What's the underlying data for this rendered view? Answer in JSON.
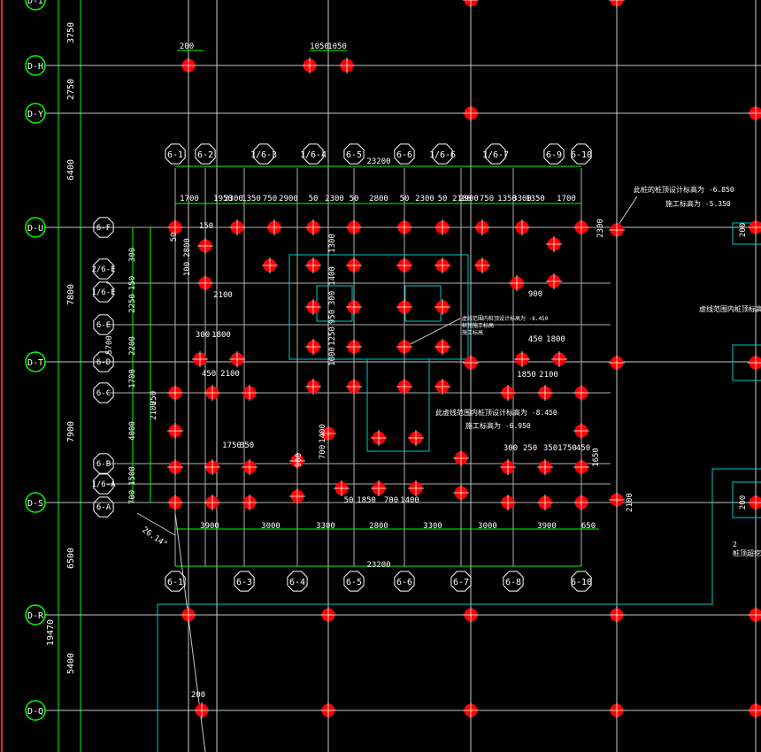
{
  "left_axis": [
    "D-I",
    "D-H",
    "D-Y",
    "D-U",
    "D-T",
    "D-S",
    "D-R",
    "D-Q"
  ],
  "left_dims": [
    "3750",
    "2750",
    "6400",
    "7800",
    "7900",
    "6500",
    "19470",
    "5400"
  ],
  "top_axis": [
    "6-1",
    "6-2",
    "1/6-3",
    "1/6-4",
    "6-5",
    "6-6",
    "1/6-6",
    "1/6-7",
    "6-9",
    "6-10"
  ],
  "bottom_axis": [
    "6-1",
    "6-3",
    "6-4",
    "6-5",
    "6-6",
    "6-7",
    "6-8",
    "6-10"
  ],
  "side_axis": [
    "6-F",
    "2/6-E",
    "1/6-E",
    "6-E",
    "6-D",
    "6-C",
    "6-B",
    "1/6-A",
    "6-A"
  ],
  "dims": {
    "top_total": "23200",
    "bottom_total": "23200",
    "top_row": [
      "1700",
      "2300",
      "1950",
      "1350",
      "750",
      "2900",
      "50",
      "2300",
      "50",
      "2800",
      "50",
      "2300",
      "50",
      "2900",
      "2100",
      "750",
      "1350",
      "3300",
      "1350",
      "1700"
    ],
    "bottom_row": [
      "3900",
      "3000",
      "3300",
      "2800",
      "3300",
      "3000",
      "3900",
      "650"
    ],
    "left_col": [
      "300",
      "2250",
      "5700",
      "2200",
      "1700",
      "4000",
      "1500",
      "700"
    ],
    "misc": [
      "200",
      "1050",
      "1050",
      "150",
      "50",
      "100",
      "2800",
      "150",
      "2100",
      "300",
      "1800",
      "450",
      "2100",
      "250",
      "1750",
      "350",
      "2100",
      "1850",
      "2100",
      "450",
      "1800",
      "300",
      "250",
      "350",
      "1750",
      "450",
      "1650",
      "50",
      "1850",
      "700",
      "1400",
      "1400",
      "700",
      "900",
      "1400",
      "300",
      "950",
      "1250",
      "1000",
      "1300",
      "900",
      "2300",
      "2100",
      "200",
      "200",
      "200",
      "200"
    ]
  },
  "notes": {
    "design_elevation": "此桩的桩顶设计标高为 -6.850",
    "construction_elevation": "施工标高为 -5.350",
    "dashed_area_elevation": "此虚线范围内桩顶设计标高为 -8.450",
    "dashed_area_construction": "施工标高为 -6.950",
    "dashed_frame": "虚线范围内桩顶标高",
    "partial_1": "2",
    "partial_2": "桩顶超挖",
    "small_1": "虚线范围内桩顶设计标高为 -8.450",
    "small_2": "桩顶施工标高",
    "small_3": "施工标高"
  },
  "angle": "26.14°",
  "colors": {
    "background": "#000000",
    "grid": "#c8c8c8",
    "dimension": "#00ff00",
    "pile": "#ff0000",
    "outline": "#00c8c8",
    "text": "#ffffff"
  }
}
